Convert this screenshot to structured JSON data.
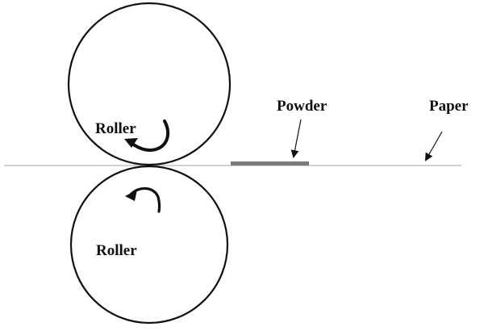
{
  "labels": {
    "powder": "Powder",
    "paper": "Paper",
    "roller_top": "Roller",
    "roller_bottom": "Roller"
  },
  "colors": {
    "line": "#111111",
    "paper_line": "#b8b8b8",
    "powder": "#7a7a7a",
    "background": "#ffffff"
  }
}
